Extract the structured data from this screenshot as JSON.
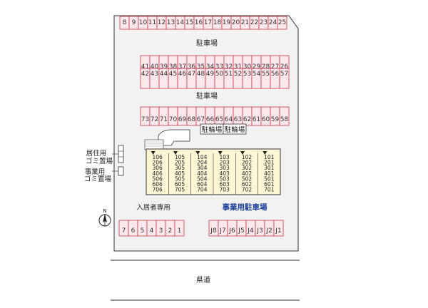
{
  "map": {
    "parking_label_1": "駐車場",
    "parking_label_2": "駐車場",
    "bicycle_label_1": "駐輪場",
    "bicycle_label_2": "駐輪場",
    "resident_garbage_line1": "居住用",
    "resident_garbage_line2": "ゴミ置場",
    "business_garbage_line1": "事業用",
    "business_garbage_line2": "ゴミ置場",
    "resident_only_label": "入居者専用",
    "business_parking_label": "事業用駐車場",
    "road_label": "県道",
    "north_label": "N",
    "colors": {
      "slot_fill": "#fde8ec",
      "slot_stroke": "#c83a4e",
      "building_fill": "#fdf7d6",
      "lot_fill": "#f2f2f2",
      "business_text": "#1a3f9c"
    },
    "top_row_slots": [
      "8",
      "9",
      "10",
      "11",
      "12",
      "13",
      "14",
      "15",
      "16",
      "17",
      "18",
      "19",
      "20",
      "21",
      "22",
      "23",
      "24",
      "25"
    ],
    "middle_row_a": [
      "41",
      "40",
      "39",
      "38",
      "37",
      "36",
      "35",
      "34",
      "33",
      "32",
      "31",
      "30",
      "29",
      "28",
      "27",
      "26"
    ],
    "middle_row_b": [
      "42",
      "43",
      "44",
      "45",
      "46",
      "47",
      "48",
      "49",
      "50",
      "51",
      "52",
      "53",
      "54",
      "55",
      "56",
      "57"
    ],
    "lower_row_slots": [
      "73",
      "72",
      "71",
      "70",
      "69",
      "68",
      "67",
      "66",
      "65",
      "64",
      "63",
      "62",
      "61",
      "60",
      "59",
      "58"
    ],
    "resident_slots": [
      "7",
      "6",
      "5",
      "4",
      "3",
      "2",
      "1"
    ],
    "business_slots": [
      "J8",
      "J7",
      "J6",
      "J5",
      "J4",
      "J3",
      "J2",
      "J1"
    ],
    "unit_columns": [
      [
        "106",
        "206",
        "306",
        "406",
        "506",
        "606",
        "706"
      ],
      [
        "105",
        "205",
        "305",
        "405",
        "505",
        "605",
        "705"
      ],
      [
        "104",
        "204",
        "304",
        "404",
        "504",
        "604",
        "704"
      ],
      [
        "103",
        "203",
        "303",
        "403",
        "503",
        "603",
        "703"
      ],
      [
        "102",
        "202",
        "302",
        "402",
        "502",
        "602",
        "702"
      ],
      [
        "101",
        "201",
        "301",
        "401",
        "501",
        "601",
        "701"
      ]
    ]
  }
}
